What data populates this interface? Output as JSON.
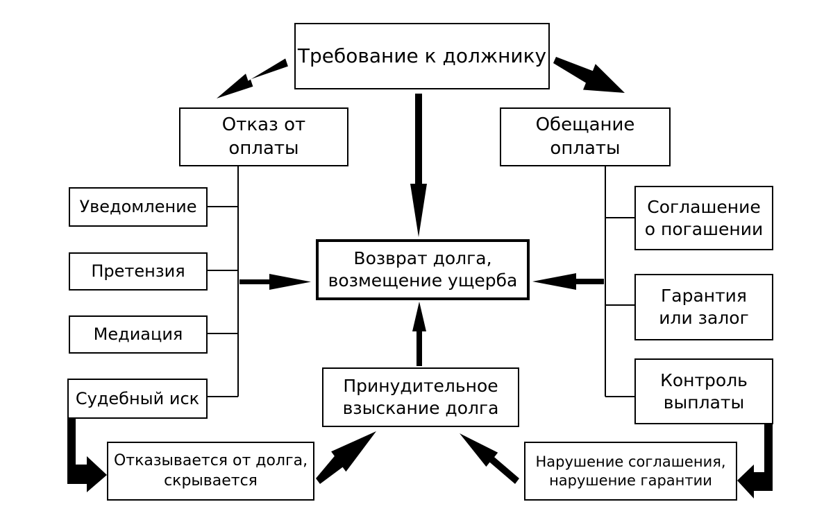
{
  "diagram": {
    "nodes": {
      "demand": "Требование к должнику",
      "refusal": "Отказ от\nоплаты",
      "promise": "Обещание\nоплаты",
      "notice": "Уведомление",
      "claim": "Претензия",
      "mediation": "Медиация",
      "lawsuit": "Судебный иск",
      "result": "Возврат долга,\nвозмещение ущерба",
      "agreement": "Соглашение\nо погашении",
      "guarantee": "Гарантия\nили залог",
      "control": "Контроль\nвыплаты",
      "enforcement": "Принудительное\nвзыскание долга",
      "evasion": "Отказывается от долга,\nскрывается",
      "violation": "Нарушение соглашения,\nнарушение гарантии"
    },
    "colors": {
      "line": "#000000",
      "background": "#ffffff"
    }
  }
}
